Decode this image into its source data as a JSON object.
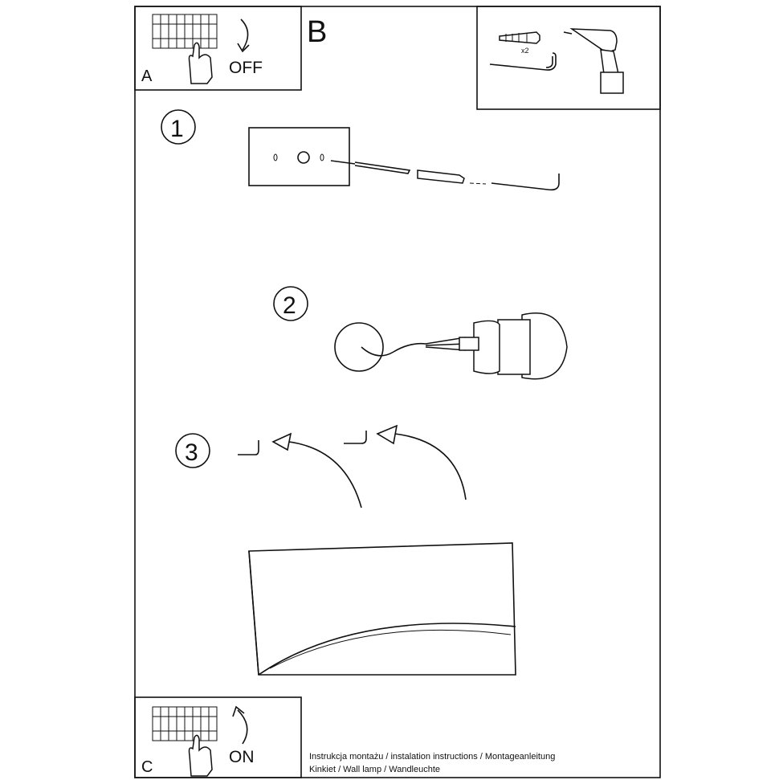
{
  "panel_a": {
    "label": "A",
    "action": "OFF"
  },
  "panel_b": {
    "label": "B",
    "quantity": "x2"
  },
  "panel_c": {
    "label": "C",
    "action": "ON"
  },
  "steps": [
    {
      "number": "1"
    },
    {
      "number": "2"
    },
    {
      "number": "3"
    }
  ],
  "footer": {
    "line1": "Instrukcja montażu / instalation instructions / Montageanleitung",
    "line2": "Kinkiet / Wall lamp / Wandleuchte"
  }
}
